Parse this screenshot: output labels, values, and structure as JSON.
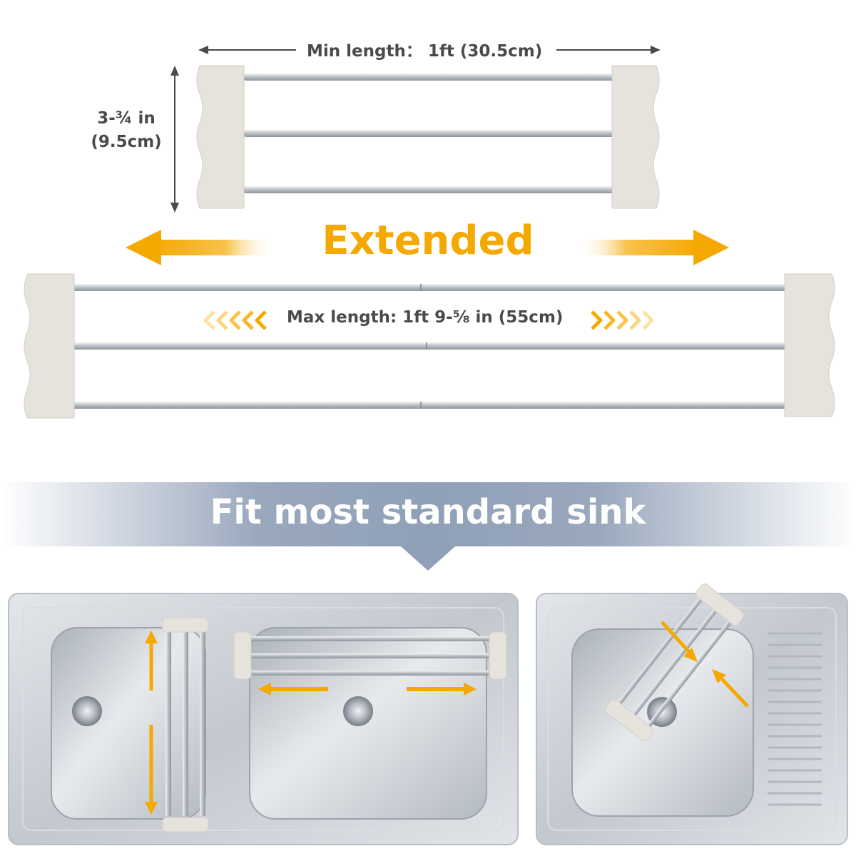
{
  "min_length_label": "Min length： 1ft (30.5cm)",
  "height_label_line1": "3-¾ in",
  "height_label_line2": "(9.5cm)",
  "extended_label": "Extended",
  "max_length_label": "Max length: 1ft 9-⅝ in (55cm)",
  "banner_title": "Fit most standard sink",
  "colors": {
    "accent": "#f5a800",
    "text": "#4a4a4a",
    "banner": "#8fa0b7",
    "bracket": "#e6e2dc",
    "rod": "#c7ccd2",
    "sink": "#c9ced5"
  }
}
